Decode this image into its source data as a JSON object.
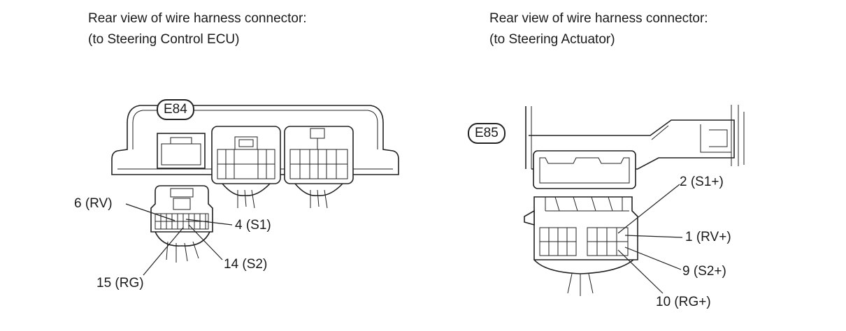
{
  "left": {
    "title_line1": "Rear view of wire harness connector:",
    "title_line2": "(to Steering Control ECU)",
    "connector": "E84",
    "pins": [
      {
        "label": "6 (RV)"
      },
      {
        "label": "4 (S1)"
      },
      {
        "label": "15 (RG)"
      },
      {
        "label": "14 (S2)"
      }
    ]
  },
  "right": {
    "title_line1": "Rear view of wire harness connector:",
    "title_line2": "(to Steering Actuator)",
    "connector": "E85",
    "pins": [
      {
        "label": "2 (S1+)"
      },
      {
        "label": "1 (RV+)"
      },
      {
        "label": "9 (S2+)"
      },
      {
        "label": "10 (RG+)"
      }
    ]
  }
}
